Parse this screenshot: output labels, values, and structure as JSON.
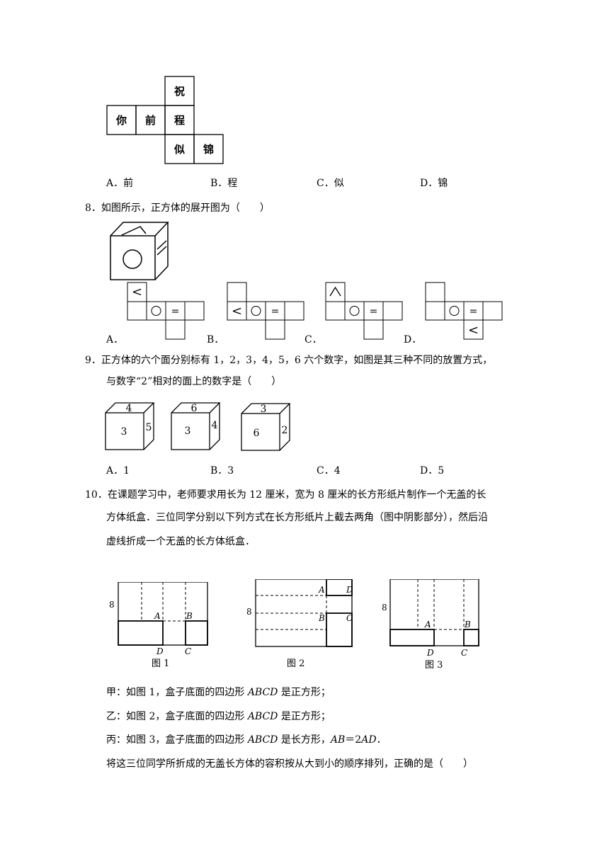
{
  "q7": {
    "net_chars": [
      "祝",
      "你",
      "前",
      "程",
      "似",
      "锦"
    ],
    "options": [
      {
        "letter": "A．",
        "text": "前"
      },
      {
        "letter": "B．",
        "text": "程"
      },
      {
        "letter": "C．",
        "text": "似"
      },
      {
        "letter": "D．",
        "text": "锦"
      }
    ]
  },
  "q8": {
    "stem": "8．如图所示，正方体的展开图为（　　）",
    "options": [
      "A．",
      "B．",
      "C．",
      "D．"
    ],
    "face_equal": "=",
    "face_lt": "<"
  },
  "q9": {
    "stem_line1": "9．正方体的六个面分别标有 1，2，3，4，5，6 六个数字，如图是其三种不同的放置方式，",
    "stem_line2": "与数字“2”相对的面上的数字是（　　）",
    "cubes": [
      {
        "top": "4",
        "front": "3",
        "right": "5"
      },
      {
        "top": "6",
        "front": "3",
        "right": "4"
      },
      {
        "top": "3",
        "front": "6",
        "right": "2"
      }
    ],
    "options": [
      {
        "letter": "A．",
        "text": "1"
      },
      {
        "letter": "B．",
        "text": "3"
      },
      {
        "letter": "C．",
        "text": "4"
      },
      {
        "letter": "D．",
        "text": "5"
      }
    ]
  },
  "q10": {
    "stem_line1": "10．在课题学习中，老师要求用长为 12 厘米，宽为 8 厘米的长方形纸片制作一个无盖的长",
    "stem_line2": "方体纸盒．三位同学分别以下列方式在长方形纸片上截去两角（图中阴影部分），然后沿",
    "stem_line3": "虚线折成一个无盖的长方体纸盒．",
    "fig_width": "12",
    "fig_height": "8",
    "labels": {
      "A": "A",
      "B": "B",
      "C": "C",
      "D": "D"
    },
    "captions": [
      "图 1",
      "图 2",
      "图 3"
    ],
    "jia": {
      "prefix": "甲：如图 1，盒子底面的四边形 ",
      "abcd": "ABCD",
      "suffix": " 是正方形；"
    },
    "yi": {
      "prefix": "乙：如图 2，盒子底面的四边形 ",
      "abcd": "ABCD",
      "suffix": " 是正方形；"
    },
    "bing": {
      "prefix": "丙：如图 3，盒子底面的四边形 ",
      "abcd": "ABCD",
      "mid": " 是长方形，",
      "ab": "AB",
      "eq": "＝2",
      "ad": "AD",
      "end": "．"
    },
    "final": "将这三位同学所折成的无盖长方体的容积按从大到小的顺序排列，正确的是（　　）"
  }
}
